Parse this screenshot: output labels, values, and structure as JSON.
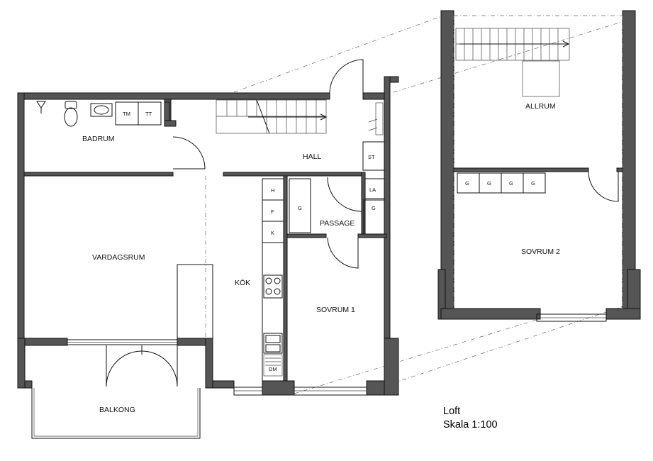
{
  "rooms": {
    "badrum": "BADRUM",
    "hall": "HALL",
    "vardagsrum": "VARDAGSRUM",
    "kok": "KÖK",
    "passage": "PASSAGE",
    "sovrum1": "SOVRUM 1",
    "balkong": "BALKONG",
    "allrum": "ALLRUM",
    "sovrum2": "SOVRUM 2"
  },
  "fixtures": {
    "tm": "TM",
    "tt": "TT",
    "st": "ST",
    "la": "LA",
    "g": "G",
    "h": "H",
    "f": "F",
    "k": "K",
    "dm": "DM"
  },
  "caption": {
    "title": "Loft",
    "scale": "Skala 1:100"
  },
  "colors": {
    "wall": "#555555",
    "line": "#111111"
  }
}
